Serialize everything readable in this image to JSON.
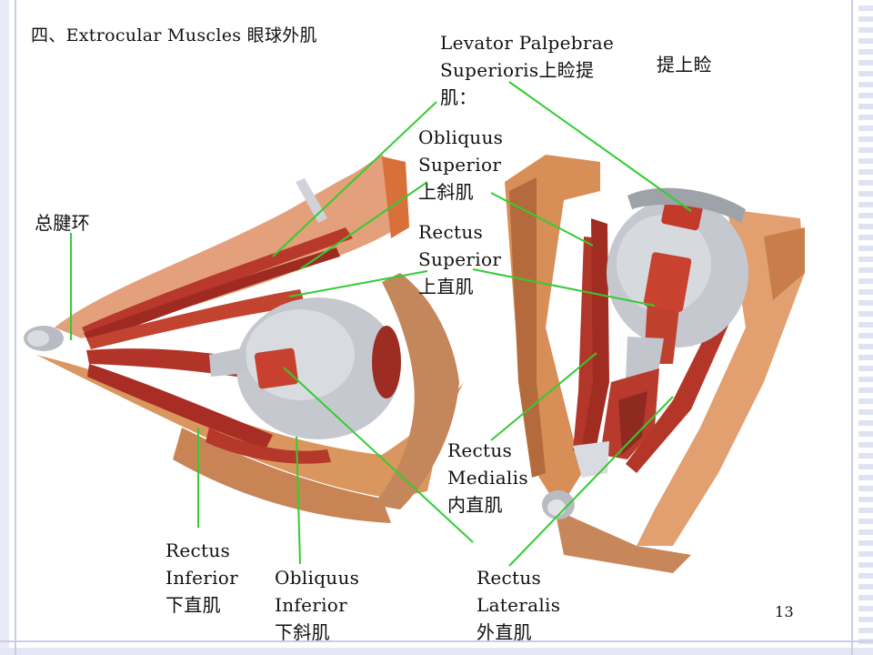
{
  "title": "四、Extrocular Muscles 眼球外肌",
  "page_number": "13",
  "colors": {
    "leader_line": "#33cc33",
    "text": "#111111",
    "background": "#ffffff"
  },
  "labels": {
    "levator": {
      "lines": [
        "Levator Palpebrae",
        "Superioris上睑提",
        "肌："
      ]
    },
    "levator_cn": {
      "lines": [
        "提上睑"
      ]
    },
    "obliquus_superior": {
      "lines": [
        "Obliquus",
        "Superior",
        "上斜肌"
      ]
    },
    "rectus_superior": {
      "lines": [
        "Rectus",
        "Superior",
        "上直肌"
      ]
    },
    "annular_tendon": {
      "lines": [
        "总腱环"
      ]
    },
    "rectus_medialis": {
      "lines": [
        "Rectus",
        "Medialis",
        "内直肌"
      ]
    },
    "rectus_inferior": {
      "lines": [
        "Rectus",
        "Inferior",
        "下直肌"
      ]
    },
    "obliquus_inferior": {
      "lines": [
        "Obliquus",
        "Inferior",
        "下斜肌"
      ]
    },
    "rectus_lateralis": {
      "lines": [
        "Rectus",
        "Lateralis",
        "外直肌"
      ]
    }
  }
}
